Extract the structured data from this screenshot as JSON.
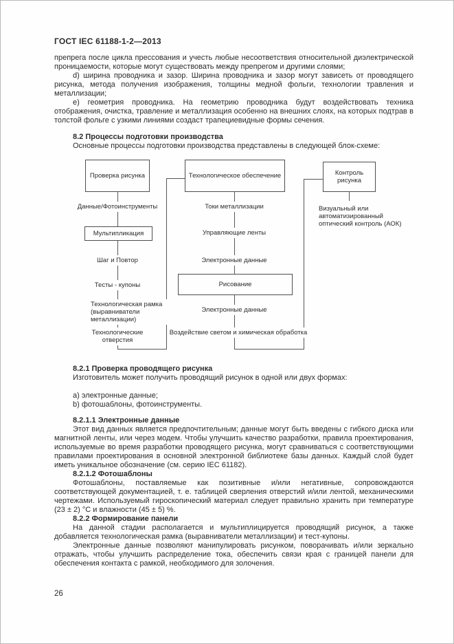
{
  "doc": {
    "header": "ГОСТ IEC 61188-1-2—2013",
    "page_number": "26"
  },
  "intro": {
    "para_continuation": "препрега после цикла прессования и учесть любые несоответствия относительной диэлектрической проницаемости, которые могут существовать между препрегом и другими слоями;",
    "item_d": "d) ширина проводника и зазор. Ширина проводника и зазор могут зависеть от проводящего рисунка, метода получения изображения, толщины медной фольги, технологии травления и металлизации;",
    "item_e": "e) геометрия проводника. На геометрию проводника будут воздействовать техника отображения, очистка, травление и металлизация особенно на внешних слоях, на которых подтрав в толстой фольге с узкими линиями создаст трапециевидные формы сечения."
  },
  "section_8_2": {
    "heading": "8.2 Процессы подготовки производства",
    "lead": "Основные процессы подготовки производства представлены в следующей блок-схеме:"
  },
  "flowchart": {
    "boxes": {
      "proverka": "Проверка рисунка",
      "tech_obespechenie": "Технологическое обеспечение",
      "kontrol": "Контроль рисунка",
      "multiplikacia": "Мультипликация",
      "risovanie": "Рисование"
    },
    "left_column": [
      "Данные/Фотоинструменты",
      "Шаг и Повтор",
      "Тесты - купоны",
      "Технологическая рамка (выравниватели металлизации)",
      "Технологические отверстия"
    ],
    "middle_column": [
      "Токи металлизации",
      "Управляющие ленты",
      "Электронные данные",
      "Электронные данные",
      "Воздействие светом и химическая обработка"
    ],
    "right_column": [
      "Визуальный или автоматизированный оптический контроль (АОК)"
    ]
  },
  "section_8_2_1": {
    "heading": "8.2.1 Проверка проводящего рисунка",
    "lead": "Изготовитель может получить проводящий рисунок в одной или двух формах:",
    "items": [
      "a)   электронные данные;",
      "b)   фотошаблоны, фотоинструменты."
    ]
  },
  "section_8_2_1_1": {
    "heading": "8.2.1.1 Электронные данные",
    "body": "Этот вид данных является предпочтительным; данные могут быть введены с гибкого диска или магнитной ленты, или через модем. Чтобы улучшить качество разработки, правила проектирования, используемые во время разработки проводящего рисунка, могут сравниваться с соответствующими правилами проектирования в основной электронной библиотеке базы данных. Каждый слой будет иметь уникальное обозначение (см. серию IEC 61182)."
  },
  "section_8_2_1_2": {
    "heading": "8.2.1.2 Фотошаблоны",
    "body": "Фотошаблоны, поставляемые как позитивные и/или негативные, сопровождаются соответствующей документацией, т. е. таблицей сверления отверстий и/или лентой, механическими чертежами. Используемый гироскопический материал  следует правильно хранить при температуре (23 ± 2) °С и влажности (45 ± 5) %."
  },
  "section_8_2_2": {
    "heading": "8.2.2 Формирование панели",
    "body1": "На данной стадии располагается и мультиплицируется проводящий рисунок, а также добавляется технологическая рамка (выравниватели металлизации) и тест-купоны.",
    "body2": "Электронные данные позволяют манипулировать рисунком, поворачивать и/или зеркально отражать, чтобы улучшить распределение тока, обеспечить связи края с границей панели для обеспечения контакта с рамкой, необходимого для золочения."
  }
}
